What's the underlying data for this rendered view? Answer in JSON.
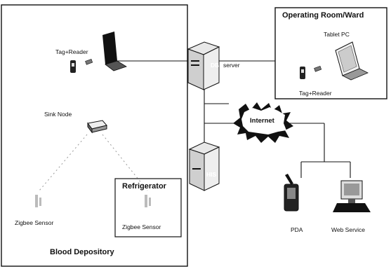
{
  "regions": {
    "blood_depository": "Blood Depository",
    "refrigerator": "Refrigerator",
    "operating_room": "Operating Room/Ward"
  },
  "nodes": {
    "tag_reader_left": "Tag+Reader",
    "sink_node": "Sink Node",
    "zigbee_sensor_left": "Zigbee Sensor",
    "zigbee_sensor_fridge": "Zigbee Sensor",
    "db_prefix": "DB",
    "db_suffix": "server",
    "his": "HIS",
    "internet": "Internet",
    "tablet_pc": "Tablet PC",
    "tag_reader_right": "Tag+Reader",
    "pda": "PDA",
    "web_service": "Web Service"
  }
}
